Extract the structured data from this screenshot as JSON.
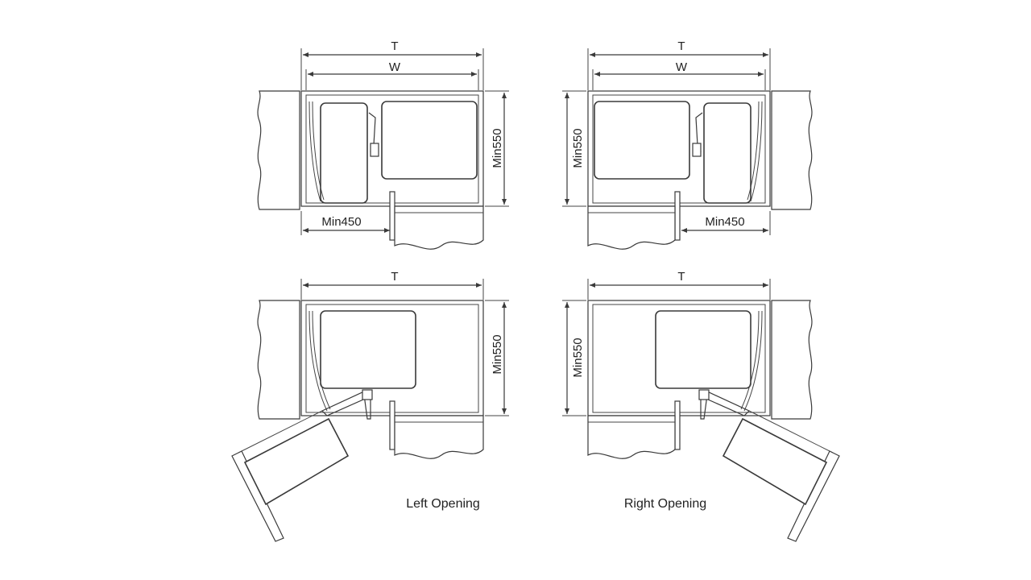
{
  "labels": {
    "top_left": {
      "t": "T",
      "w": "W",
      "min550": "Min550",
      "min450": "Min450"
    },
    "top_right": {
      "t": "T",
      "w": "W",
      "min550": "Min550",
      "min450": "Min450"
    },
    "bottom_left": {
      "t": "T",
      "min550": "Min550",
      "caption": "Left Opening"
    },
    "bottom_right": {
      "t": "T",
      "min550": "Min550",
      "caption": "Right Opening"
    }
  },
  "colors": {
    "line": "#3a3a3a",
    "background": "#ffffff"
  }
}
